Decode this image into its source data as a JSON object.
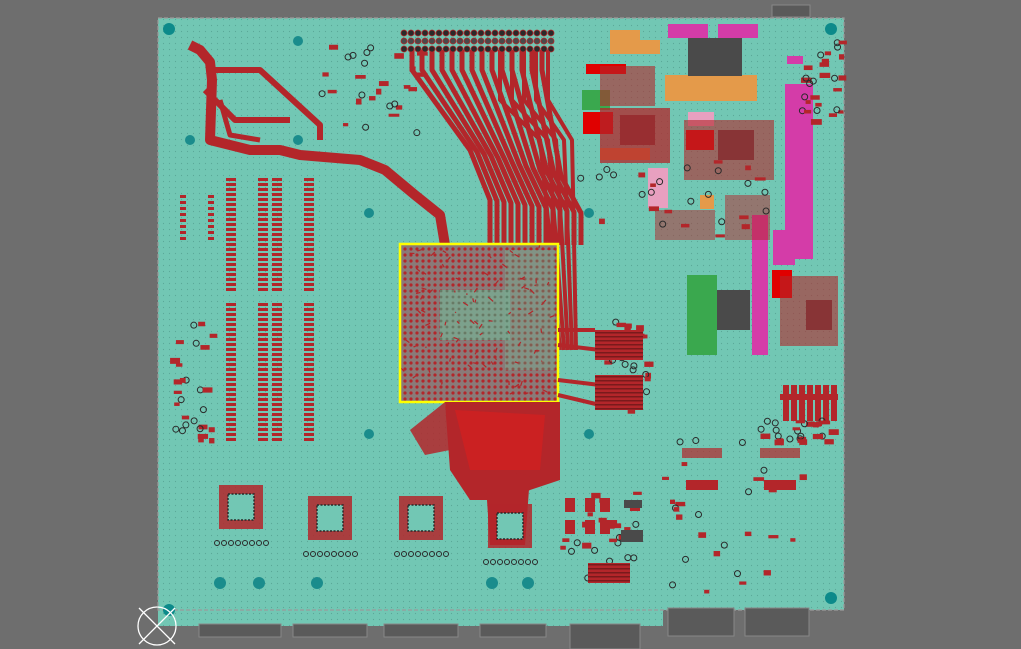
{
  "view": {
    "type": "pcb-layout-canvas",
    "layer_colors": {
      "background": "#6e6e6e",
      "board_fill": "#72c7b4",
      "copper": "#b3262a",
      "bright_copper": "#e00000",
      "pad_dark": "#4a4a4a",
      "pad_orange": "#e49a4a",
      "pad_magenta": "#d43ca8",
      "pad_green": "#3aa84e",
      "pad_pink": "#e8a0c0",
      "selection": "#ffff00",
      "via": "#1a8c8c",
      "outline": "#cfcfcf"
    }
  },
  "components": [
    {
      "name": "bga-cpu",
      "selected": true
    },
    {
      "name": "qfn-chip-1"
    },
    {
      "name": "qfn-chip-2"
    },
    {
      "name": "qfn-chip-3"
    },
    {
      "name": "qfn-chip-4"
    },
    {
      "name": "qfn-chip-5"
    },
    {
      "name": "qfn-chip-6"
    }
  ],
  "icons": {
    "origin_marker": "origin-crosshair-icon"
  }
}
